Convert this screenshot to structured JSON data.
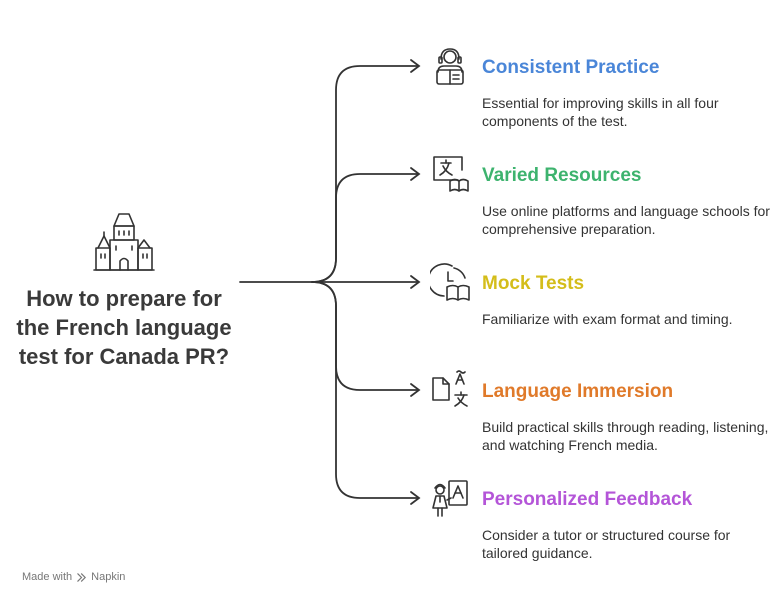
{
  "central": {
    "title": "How to prepare for the French language test for Canada PR?",
    "icon": "castle-icon"
  },
  "branches": [
    {
      "title": "Consistent Practice",
      "description": "Essential for improving skills in all four components of the test.",
      "color": "#4a86d8",
      "icon": "headphones-book-icon"
    },
    {
      "title": "Varied Resources",
      "description": "Use online platforms and language schools for comprehensive preparation.",
      "color": "#3db36e",
      "icon": "translate-screen-book-icon"
    },
    {
      "title": "Mock Tests",
      "description": "Familiarize with exam format and timing.",
      "color": "#d4bd1a",
      "icon": "clock-book-icon"
    },
    {
      "title": "Language Immersion",
      "description": "Build practical skills through reading, listening, and watching French media.",
      "color": "#e07a2a",
      "icon": "document-translate-icon"
    },
    {
      "title": "Personalized Feedback",
      "description": "Consider a tutor or structured course for tailored guidance.",
      "color": "#b455d8",
      "icon": "tutor-board-icon"
    }
  ],
  "footer": {
    "prefix": "Made with",
    "brand": "Napkin"
  }
}
